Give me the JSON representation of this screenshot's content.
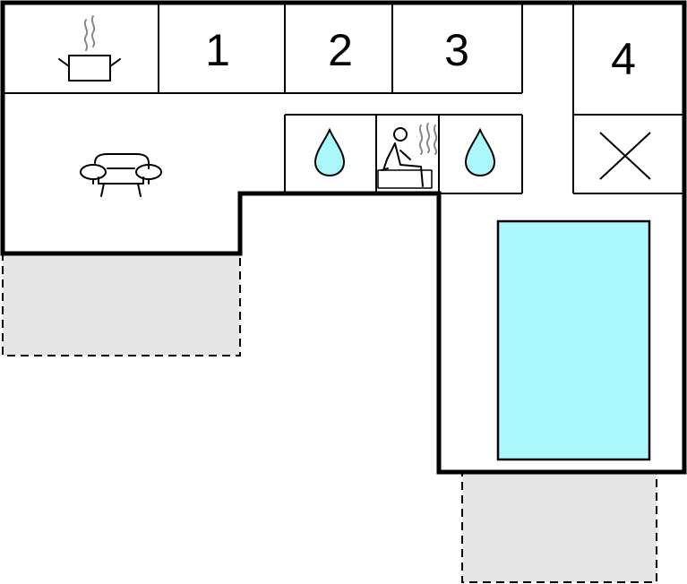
{
  "floorplan": {
    "colors": {
      "pool": "#aaf8fb",
      "terrace": "#e6e6e6",
      "wall": "#000000",
      "water_drop": "#aaf8fb"
    },
    "rooms": {
      "kitchen": {
        "icon": "cooking-pot-icon"
      },
      "bedroom_1": {
        "label": "1"
      },
      "bedroom_2": {
        "label": "2"
      },
      "bedroom_3": {
        "label": "3"
      },
      "bedroom_4": {
        "label": "4"
      },
      "living_room": {
        "icon": "sofa-icon"
      },
      "bathroom_left": {
        "icon": "water-drop-icon"
      },
      "sauna": {
        "icon": "sauna-icon"
      },
      "bathroom_right": {
        "icon": "water-drop-icon"
      },
      "toilet": {
        "icon": "cross-icon"
      },
      "pool": {
        "icon": "pool"
      }
    }
  }
}
